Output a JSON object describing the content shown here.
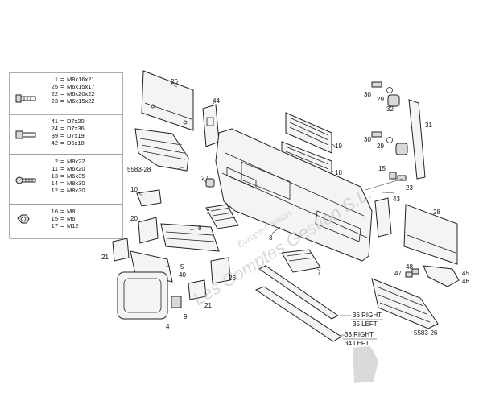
{
  "legend": [
    {
      "rows": [
        {
          "n": "1",
          "s": "M8x16x21"
        },
        {
          "n": "25",
          "s": "M6x15x17"
        },
        {
          "n": "22",
          "s": "M6x20x22"
        },
        {
          "n": "23",
          "s": "M6x15x22"
        }
      ]
    },
    {
      "rows": [
        {
          "n": "41",
          "s": "D7x20"
        },
        {
          "n": "24",
          "s": "D7x36"
        },
        {
          "n": "39",
          "s": "D7x19"
        },
        {
          "n": "42",
          "s": "D6x18"
        }
      ]
    },
    {
      "rows": [
        {
          "n": "2",
          "s": "M8x22"
        },
        {
          "n": "11",
          "s": "M6x20"
        },
        {
          "n": "13",
          "s": "M6x35"
        },
        {
          "n": "14",
          "s": "M8x30"
        },
        {
          "n": "12",
          "s": "M8x30"
        }
      ]
    },
    {
      "rows": [
        {
          "n": "16",
          "s": "M8"
        },
        {
          "n": "15",
          "s": "M6"
        },
        {
          "n": "17",
          "s": "M12"
        }
      ]
    }
  ],
  "callouts": {
    "c26a": "26",
    "c44": "44",
    "c19": "19",
    "c18": "18",
    "c5583_28": "5583-28",
    "c27": "27",
    "c10": "10",
    "c20": "20",
    "c8": "8",
    "c7a": "7",
    "c3": "3",
    "c21a": "21",
    "c5": "5",
    "c40": "40",
    "c26b": "26",
    "c7b": "7",
    "c21b": "21",
    "c4": "4",
    "c9": "9",
    "c30a": "30",
    "c29a": "29",
    "c32": "32",
    "c31": "31",
    "c30b": "30",
    "c29b": "29",
    "c15": "15",
    "c23": "23",
    "c43": "43",
    "c28": "28",
    "c47": "47",
    "c48": "48",
    "c45": "45",
    "c46": "46",
    "c5583_26": "5583-26"
  },
  "bracket_labels": {
    "right_a": "36 RIGHT",
    "left_a": "35 LEFT",
    "right_b": "33 RIGHT",
    "left_b": "34 LEFT"
  },
  "watermark": {
    "line1": "Les Comptes Gestion S.L.",
    "line2": "Europa-Camion"
  }
}
